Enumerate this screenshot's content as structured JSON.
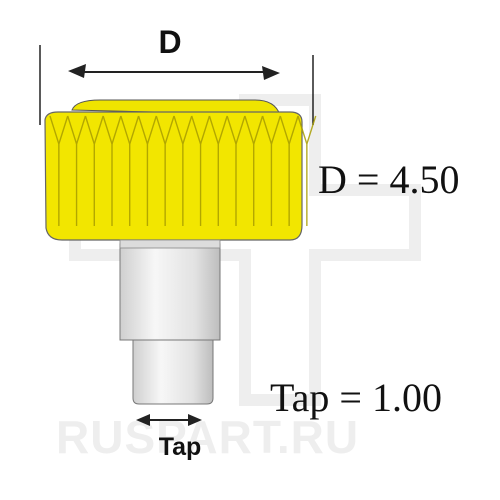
{
  "watermark": {
    "text": "RUSPART.RU",
    "shape": "cross-icon",
    "color": "#eeeeee"
  },
  "dimension_labels": {
    "diameter_symbol": "D",
    "tap_symbol": "Tap"
  },
  "values": {
    "diameter": "D = 4.50",
    "tap": "Tap = 1.00"
  },
  "colors": {
    "crown_yellow": "#f2e600",
    "crown_shadow": "#b8ad00",
    "stem": "#e6e6e6",
    "outline": "#222222"
  }
}
